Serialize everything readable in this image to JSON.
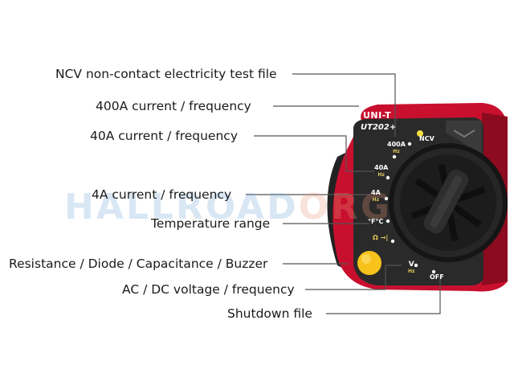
{
  "labels": {
    "ncv": "NCV non-contact electricity test file",
    "a400": "400A current / frequency",
    "a40": "40A current / frequency",
    "a4": "4A current / frequency",
    "temp": "Temperature range",
    "resistance": "Resistance / Diode / Capacitance / Buzzer",
    "voltage": "AC / DC voltage / frequency",
    "shutdown": "Shutdown file"
  },
  "device": {
    "brand": "UNI-T",
    "model": "UT202+",
    "positions": {
      "ncv": "NCV",
      "a400": "400A",
      "a40": "40A",
      "a4": "4A",
      "hz": "Hz",
      "temp": "°F°C",
      "ohm": "Ω",
      "diode": "→|",
      "volt": "V",
      "off": "OFF"
    }
  },
  "watermark": {
    "main": "HALLROAD",
    "tail": "ORG"
  },
  "colors": {
    "body_red": "#c8102e",
    "dial_black": "#1c1c1c",
    "button_yellow": "#f7c21b",
    "leader_line": "#555555"
  }
}
